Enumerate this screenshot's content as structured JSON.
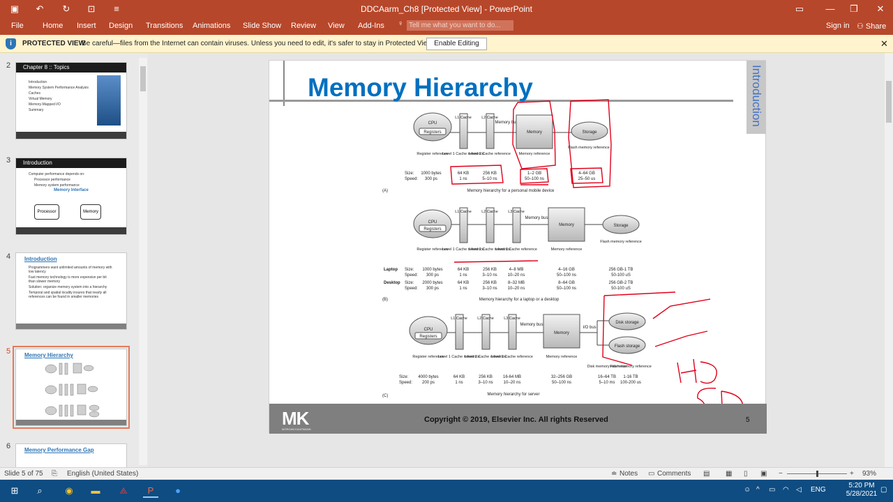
{
  "window": {
    "title": "DDCAarm_Ch8 [Protected View] - PowerPoint",
    "signin": "Sign in",
    "share": "Share"
  },
  "ribbon": {
    "tabs": [
      "File",
      "Home",
      "Insert",
      "Design",
      "Transitions",
      "Animations",
      "Slide Show",
      "Review",
      "View",
      "Add-Ins"
    ],
    "tellme": "Tell me what you want to do..."
  },
  "protected": {
    "title": "PROTECTED VIEW",
    "message": "Be careful—files from the Internet can contain viruses. Unless you need to edit, it's safer to stay in Protected View.",
    "button": "Enable Editing"
  },
  "thumbnails": [
    {
      "num": "2",
      "title": "Chapter 8 :: Topics",
      "lines": [
        "Introduction",
        "Memory System Performance Analysis",
        "Caches",
        "Virtual Memory",
        "Memory-Mapped I/O",
        "Summary"
      ]
    },
    {
      "num": "3",
      "title": "Introduction",
      "lines": [
        "Computer performance depends on:",
        "Processor performance",
        "Memory system performance",
        "Memory Interface",
        "Processor",
        "Memory"
      ]
    },
    {
      "num": "4",
      "title": "Introduction",
      "lines": [
        "Programmers want unlimited amounts of memory with low latency",
        "Fast memory technology is more expensive per bit than slower memory",
        "Solution: organize memory system into a hierarchy",
        "Temporal and spatial locality insures that nearly all references can be found in smaller memories"
      ]
    },
    {
      "num": "5",
      "title": "Memory Hierarchy",
      "lines": []
    },
    {
      "num": "6",
      "title": "Memory Performance Gap",
      "lines": []
    }
  ],
  "slide": {
    "title": "Memory Hierarchy",
    "side_tab": "Introduction",
    "copyright": "Copyright © 2019, Elsevier Inc. All rights Reserved",
    "number": "5",
    "logo": "MK",
    "logo_sub": "MORGAN KAUFMANN"
  },
  "diagram": {
    "A": {
      "label": "(A)",
      "caption": "Memory hierarchy for a personal mobile device",
      "cpu": "CPU",
      "registers": "Registers",
      "l1": "L1 Cache",
      "l2": "L2 Cache",
      "bus": "Memory bus",
      "memory": "Memory",
      "storage": "Storage",
      "refs": [
        "Register reference",
        "Level 1 Cache reference",
        "Level 2 Cache reference",
        "Memory reference",
        "Flash memory reference"
      ],
      "size_label": "Size:",
      "speed_label": "Speed:",
      "sizes": [
        "1000 bytes",
        "64 KB",
        "256 KB",
        "1–2 GB",
        "4–64 GB"
      ],
      "speeds": [
        "300 ps",
        "1 ns",
        "5–10 ns",
        "50–100 ns",
        "25–50 us"
      ]
    },
    "B": {
      "label": "(B)",
      "caption": "Memory hierarchy for a laptop or a desktop",
      "l3": "L3 Cache",
      "refs": [
        "Register reference",
        "Level 1 Cache reference",
        "Level 2 Cache reference",
        "Level 3 Cache reference",
        "Memory reference",
        "Flash memory reference"
      ],
      "laptop": "Laptop",
      "desktop": "Desktop",
      "laptop_sizes": [
        "1000 bytes",
        "64 KB",
        "256 KB",
        "4–8 MB",
        "4–16 GB",
        "256 GB-1 TB"
      ],
      "laptop_speeds": [
        "300 ps",
        "1 ns",
        "3–10 ns",
        "10–20 ns",
        "50–100 ns",
        "50-100 uS"
      ],
      "desktop_sizes": [
        "2000 bytes",
        "64 KB",
        "256 KB",
        "8–32 MB",
        "8–64 GB",
        "256 GB-2 TB"
      ],
      "desktop_speeds": [
        "300 ps",
        "1 ns",
        "3–10 ns",
        "10–20 ns",
        "50–100 ns",
        "50-100 uS"
      ]
    },
    "C": {
      "label": "(C)",
      "caption": "Memory hierarchy for server",
      "io": "I/O bus",
      "disk": "Disk storage",
      "flash": "Flash storage",
      "refs": [
        "Register reference",
        "Level 1 Cache reference",
        "Level 2 Cache reference",
        "Level 3 Cache reference",
        "Memory reference",
        "Disk memory reference",
        "Flash memory reference"
      ],
      "sizes": [
        "4000 bytes",
        "64 KB",
        "256 KB",
        "16-64 MB",
        "32–256 GB",
        "16–64 TB",
        "1-16 TB"
      ],
      "speeds": [
        "200 ps",
        "1 ns",
        "3–10 ns",
        "10–20 ns",
        "50–100 ns",
        "5–10 ms",
        "100-200 us"
      ]
    },
    "annotation": {
      "hd": "HD",
      "sd": "SD"
    }
  },
  "status": {
    "slide": "Slide 5 of 75",
    "lang": "English (United States)",
    "notes": "Notes",
    "comments": "Comments",
    "zoom": "93%"
  },
  "taskbar": {
    "lang": "ENG",
    "time": "5:20 PM",
    "date": "5/28/2021"
  },
  "colors": {
    "accent": "#b7472a",
    "slide_title": "#0070c0",
    "annotation": "#e0001a"
  }
}
